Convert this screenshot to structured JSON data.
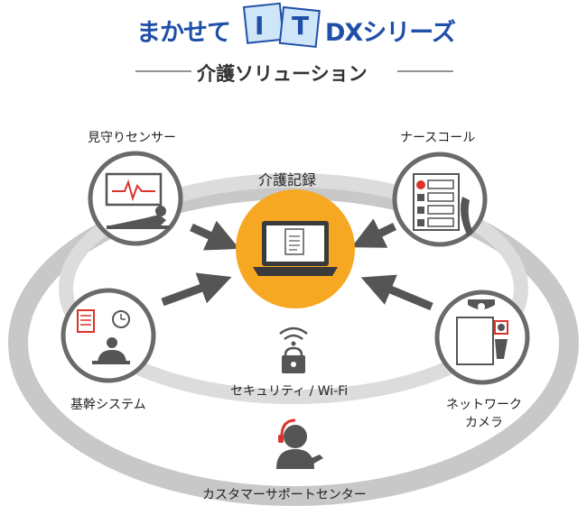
{
  "header": {
    "brand_prefix": "まかせて",
    "brand_letter_1": "I",
    "brand_letter_2": "T",
    "brand_suffix": "DXシリーズ",
    "subtitle": "介護ソリューション"
  },
  "center": {
    "label": "介護記録",
    "icon": "laptop-document-icon"
  },
  "nodes": {
    "sensor": {
      "label": "見守りセンサー",
      "icon": "bed-monitor-icon"
    },
    "nurse_call": {
      "label": "ナースコール",
      "icon": "nurse-call-panel-icon"
    },
    "core_system": {
      "label": "基幹システム",
      "icon": "office-worker-icon"
    },
    "camera": {
      "label_line1": "ネットワーク",
      "label_line2": "カメラ",
      "icon": "security-camera-icon"
    }
  },
  "ring_labels": {
    "security": "セキュリティ / Wi-Fi",
    "support": "カスタマーサポートセンター"
  },
  "colors": {
    "brand_blue": "#1f4fa8",
    "tile_blue": "#cfe6f8",
    "center_orange": "#f7a823",
    "ring_gray": "#c8c8c8",
    "icon_dark": "#555555",
    "accent_red": "#d9342b"
  }
}
